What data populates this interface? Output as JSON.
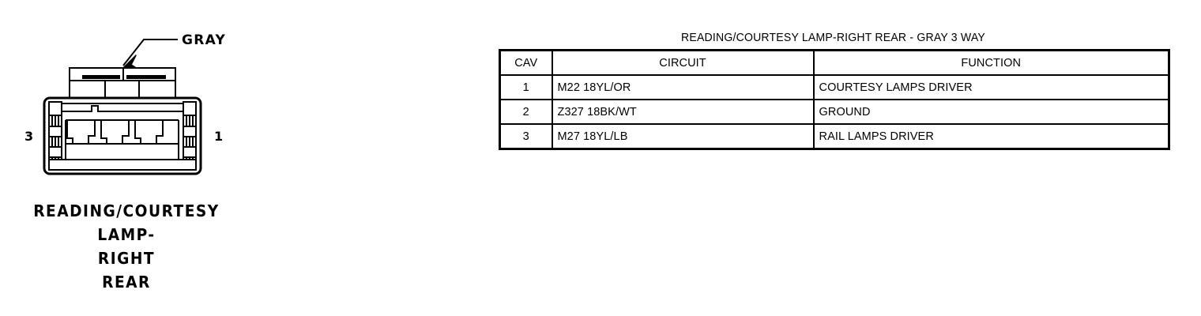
{
  "connector": {
    "wire_color_label": "GRAY",
    "pin_left": "3",
    "pin_right": "1",
    "caption_lines": [
      "READING/COURTESY",
      "LAMP-",
      "RIGHT",
      "REAR"
    ],
    "cavity_count": 3,
    "line_color": "#000000",
    "fill_color": "#ffffff"
  },
  "table": {
    "title": "READING/COURTESY LAMP-RIGHT REAR - GRAY 3 WAY",
    "headers": [
      "CAV",
      "CIRCUIT",
      "FUNCTION"
    ],
    "rows": [
      {
        "cav": "1",
        "circuit": "M22 18YL/OR",
        "function": "COURTESY LAMPS DRIVER"
      },
      {
        "cav": "2",
        "circuit": "Z327 18BK/WT",
        "function": "GROUND"
      },
      {
        "cav": "3",
        "circuit": "M27 18YL/LB",
        "function": "RAIL LAMPS DRIVER"
      }
    ]
  }
}
